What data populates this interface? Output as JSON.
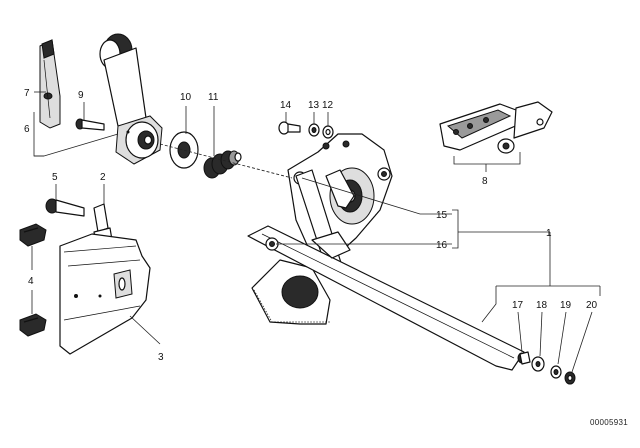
{
  "labels": {
    "p1": "1",
    "p2": "2",
    "p3": "3",
    "p4": "4",
    "p5": "5",
    "p6": "6",
    "p7": "7",
    "p8": "8",
    "p9": "9",
    "p10": "10",
    "p11": "11",
    "p12": "12",
    "p13": "13",
    "p14": "14",
    "p15": "15",
    "p16": "16",
    "p17": "17",
    "p18": "18",
    "p19": "19",
    "p20": "20"
  },
  "catalog_code": "00005931"
}
